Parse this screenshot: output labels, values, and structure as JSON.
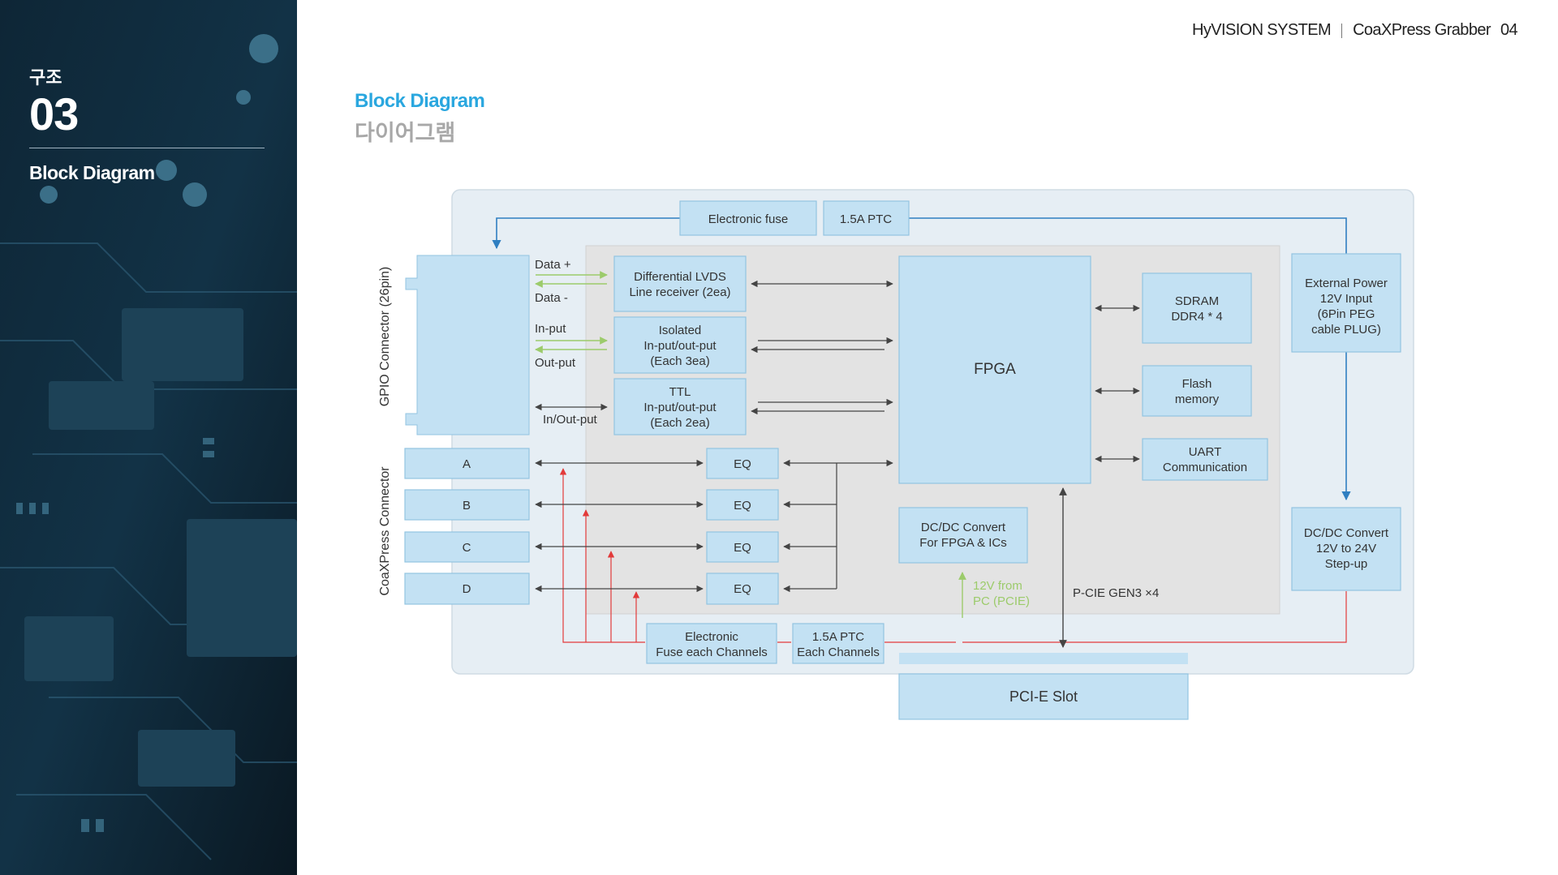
{
  "brand": {
    "company": "HyVISION SYSTEM",
    "product": "CoaXPress Grabber",
    "page": "04"
  },
  "section": {
    "label_kr": "구조",
    "number": "03",
    "name": "Block Diagram"
  },
  "title": {
    "en": "Block Diagram",
    "kr": "다이어그램"
  },
  "colors": {
    "accent": "#2aa7df",
    "block_fill": "#c3e1f3",
    "block_stroke": "#93c4e1",
    "board_bg": "#e6eef4",
    "core_bg": "#e3e3e3",
    "power_line": "#2f7fc1",
    "red_line": "#e23a3a",
    "green_arrow": "#9ccb6b"
  },
  "diagram": {
    "connectors": {
      "gpio": "GPIO Connector (26pin)",
      "coaxpress": "CoaXPress Connector"
    },
    "top": {
      "efuse": "Electronic fuse",
      "ptc": "1.5A PTC"
    },
    "signals": {
      "data_plus": "Data +",
      "data_minus": "Data -",
      "input": "In-put",
      "output": "Out-put",
      "inout": "In/Out-put"
    },
    "lvds": [
      "Differential LVDS",
      "Line receiver (2ea)"
    ],
    "isolated": [
      "Isolated",
      "In-put/out-put",
      "(Each 3ea)"
    ],
    "ttl": [
      "TTL",
      "In-put/out-put",
      "(Each 2ea)"
    ],
    "channels": [
      "A",
      "B",
      "C",
      "D"
    ],
    "eq_label": "EQ",
    "fpga": "FPGA",
    "sdram": [
      "SDRAM",
      "DDR4 * 4"
    ],
    "flash": [
      "Flash",
      "memory"
    ],
    "uart": [
      "UART",
      "Communication"
    ],
    "ext_power": [
      "External Power",
      "12V Input",
      "(6Pin PEG",
      "cable PLUG)"
    ],
    "dcdc_fpga": [
      "DC/DC Convert",
      "For FPGA & ICs"
    ],
    "dcdc_stepup": [
      "DC/DC Convert",
      "12V to 24V",
      "Step-up"
    ],
    "from_pc": [
      "12V from",
      "PC (PCIE)"
    ],
    "pcie_bus": "P-CIE GEN3 ×4",
    "efuse_channels": [
      "Electronic",
      "Fuse each Channels"
    ],
    "ptc_channels": [
      "1.5A PTC",
      "Each Channels"
    ],
    "pcie_slot": "PCI-E Slot"
  }
}
